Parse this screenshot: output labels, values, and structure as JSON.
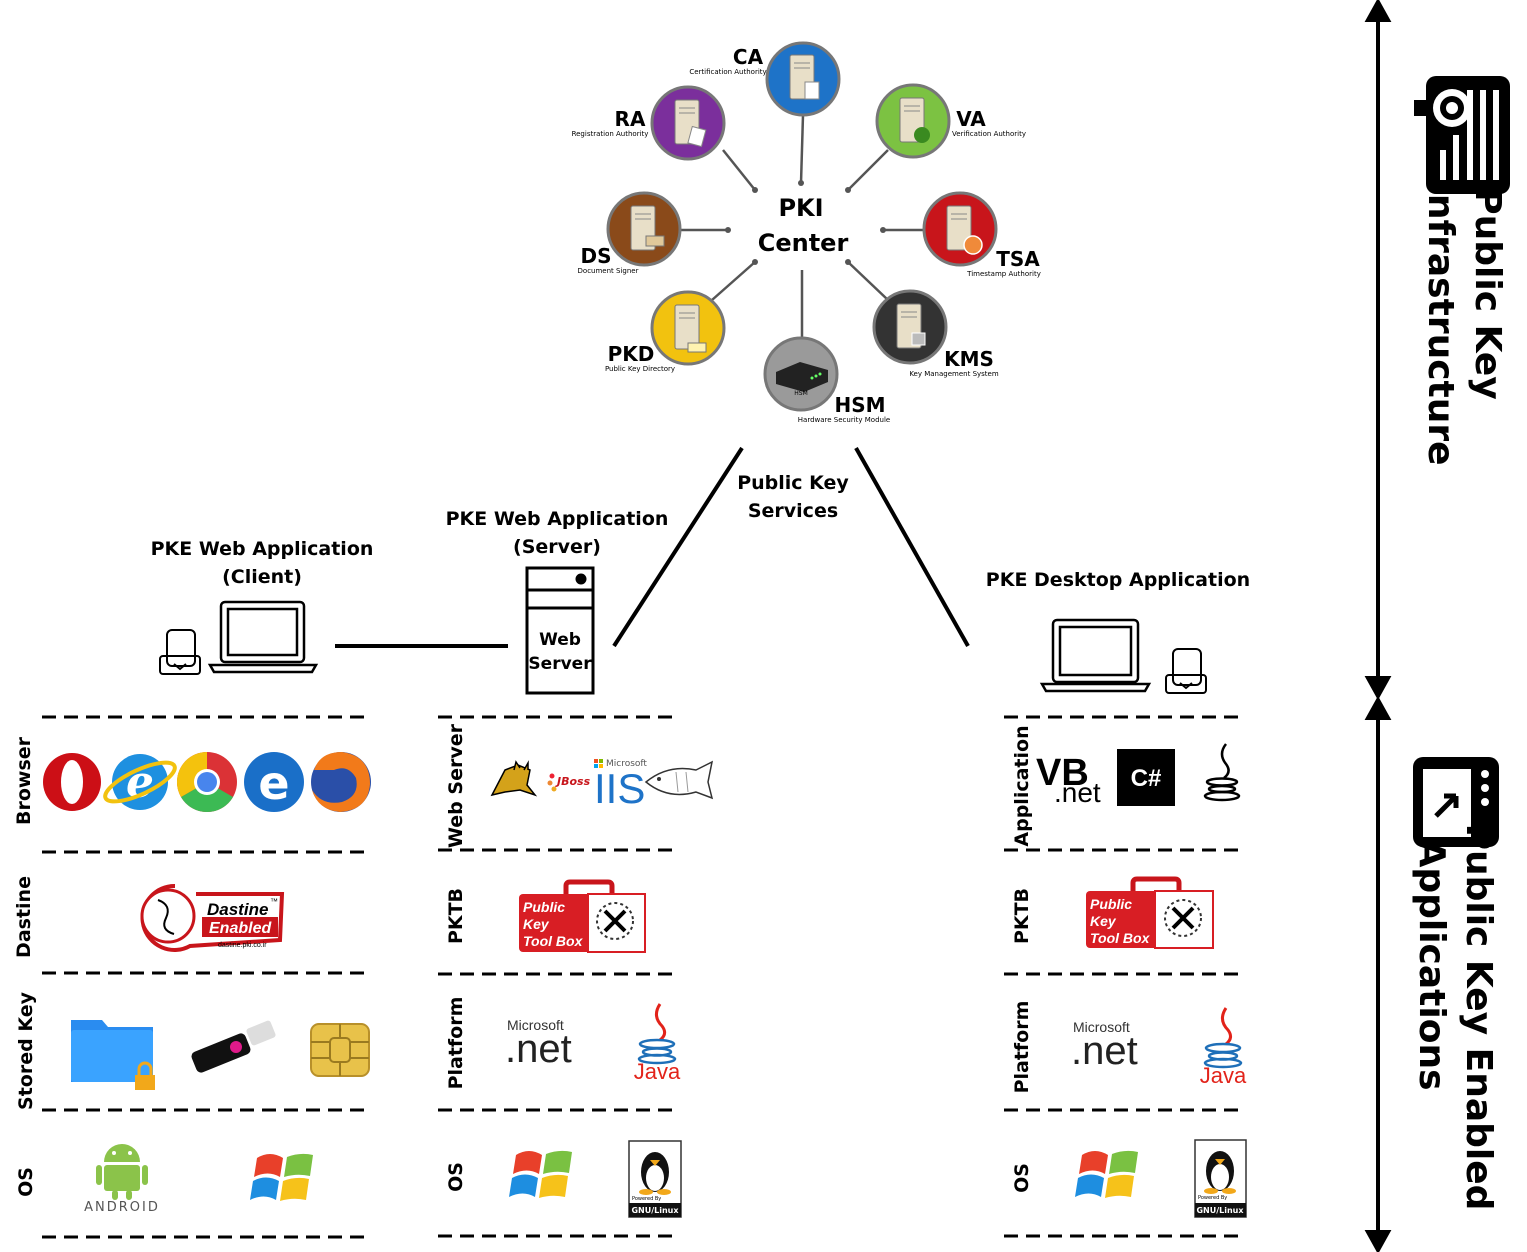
{
  "pki": {
    "center_line1": "PKI",
    "center_line2": "Center",
    "nodes": [
      {
        "abbr": "CA",
        "full": "Certification Authority",
        "color": "#1e73c8"
      },
      {
        "abbr": "RA",
        "full": "Registration Authority",
        "color": "#7b2f9c"
      },
      {
        "abbr": "VA",
        "full": "Verification Authority",
        "color": "#7cc242"
      },
      {
        "abbr": "DS",
        "full": "Document Signer",
        "color": "#8a4a1a"
      },
      {
        "abbr": "TSA",
        "full": "Timestamp Authority",
        "color": "#c8151b"
      },
      {
        "abbr": "PKD",
        "full": "Public Key Directory",
        "color": "#f2c20f"
      },
      {
        "abbr": "KMS",
        "full": "Key Management System",
        "color": "#333333"
      },
      {
        "abbr": "HSM",
        "full": "Hardware Security Module",
        "color": "#9a9a9a"
      }
    ],
    "hsm_device_label": "HSM"
  },
  "services": {
    "line1": "Public Key",
    "line2": "Services"
  },
  "client": {
    "line1": "PKE Web Application",
    "line2": "(Client)"
  },
  "server": {
    "line1": "PKE Web Application",
    "line2": "(Server)",
    "box_line1": "Web",
    "box_line2": "Server"
  },
  "desktop": {
    "title": "PKE Desktop Application"
  },
  "side": {
    "pki_line1": "Public Key",
    "pki_line2": "Infrastructure",
    "pke_line1": "Public Key Enabled",
    "pke_line2": "Applications"
  },
  "rows": {
    "client": [
      "Browser",
      "Dastine",
      "Stored Key",
      "OS"
    ],
    "server": [
      "Web Server",
      "PKTB",
      "Platform",
      "OS"
    ],
    "desktop": [
      "Application",
      "PKTB",
      "Platform",
      "OS"
    ]
  },
  "logos": {
    "dastine_word": "Dastine",
    "dastine_tm": "™",
    "dastine_enabled": "Enabled",
    "dastine_url": "dastine.pki.co.ir",
    "pktb_l1": "Public",
    "pktb_l2": "Key",
    "pktb_l3": "Tool Box",
    "ms_label": "Microsoft",
    "net_label": ".net",
    "java_label": "Java",
    "jboss_label": "JBoss",
    "iis_label": "IIS",
    "iis_ms_label": "Microsoft",
    "vb_label": "VB",
    "vb_net_label": ".net",
    "csharp_label": "C#",
    "android_label": "ANDROID",
    "linux_powered": "Powered By",
    "linux_label": "GNU/Linux"
  }
}
